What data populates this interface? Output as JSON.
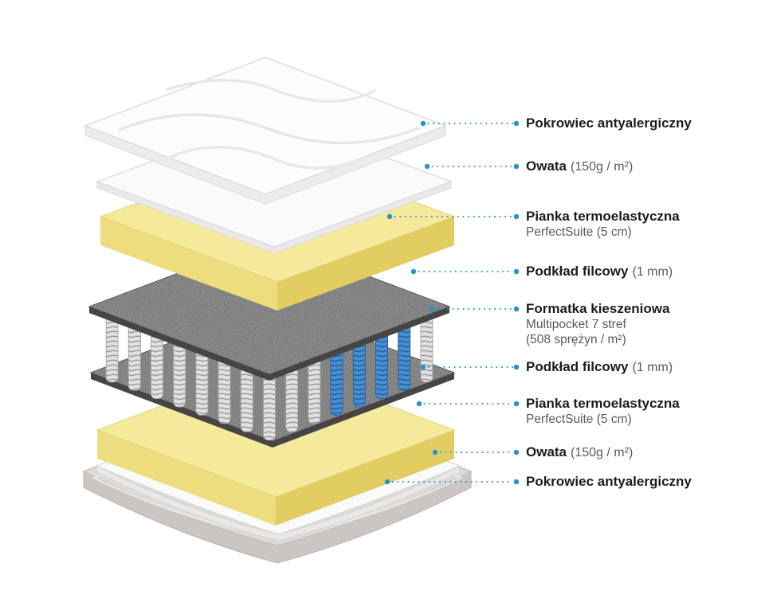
{
  "accent_color": "#2592cc",
  "background_color": "#ffffff",
  "labels": [
    {
      "title": "Pokrowiec antyalergiczny"
    },
    {
      "title": "Owata",
      "detail": "(150g / m²)"
    },
    {
      "title": "Pianka termoelastyczna",
      "line2": "PerfectSuite (5 cm)"
    },
    {
      "title": "Podkład filcowy",
      "detail": "(1 mm)"
    },
    {
      "title": "Formatka kieszeniowa",
      "line2": "Multipocket 7 stref",
      "line3": "(508 sprężyn / m²)"
    },
    {
      "title": "Podkład filcowy",
      "detail": "(1 mm)"
    },
    {
      "title": "Pianka termoelastyczna",
      "line2": "PerfectSuite (5 cm)"
    },
    {
      "title": "Owata",
      "detail": "(150g / m²)"
    },
    {
      "title": "Pokrowiec antyalergiczny"
    }
  ]
}
